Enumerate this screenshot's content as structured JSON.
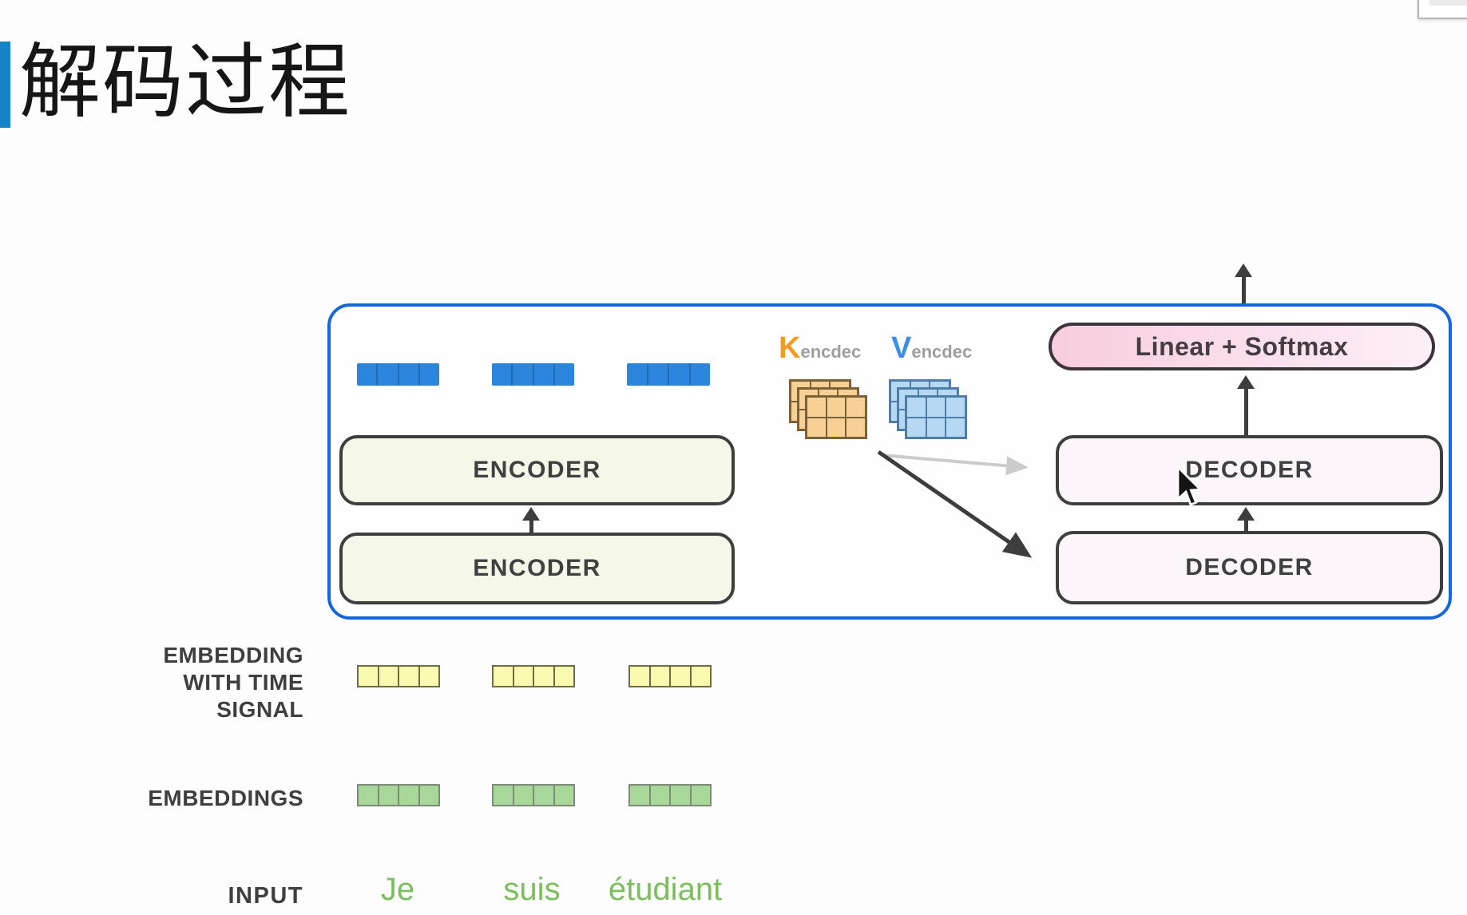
{
  "page": {
    "background": "#fdfdfd"
  },
  "title": {
    "text": "解码过程",
    "accent_color": "#1584c4",
    "text_color": "#161616"
  },
  "diagram": {
    "container_border_color": "#1565dd",
    "encoders": [
      "ENCODER",
      "ENCODER"
    ],
    "decoders": [
      "DECODER",
      "DECODER"
    ],
    "linear_softmax_label": "Linear + Softmax",
    "k_label": {
      "letter": "K",
      "subscript": "encdec",
      "letter_color": "#f59a23"
    },
    "v_label": {
      "letter": "V",
      "subscript": "encdec",
      "letter_color": "#3b8de8"
    },
    "encoder_output_vectors": {
      "groups": 3,
      "cells_per_group": 4,
      "color": "#2b85da"
    },
    "kv_matrix_stacks": {
      "layers_per_stack": 3,
      "grid": "3x2",
      "k_fill": "#f7d096",
      "v_fill": "#b5d9f3"
    },
    "arrow_color_dark": "#3d3d3d",
    "arrow_color_light": "#cbcbcb",
    "encoder_fill": "#f5f8e8",
    "decoder_fill": "#fcf6fa"
  },
  "annotations": {
    "embedding_time_lines": [
      "EMBEDDING",
      "WITH TIME",
      "SIGNAL"
    ],
    "embeddings_label": "EMBEDDINGS",
    "input_label": "INPUT",
    "input_words": [
      "Je",
      "suis",
      "étudiant"
    ],
    "word_color": "#7abf5c",
    "embedding_cell_color": "#f9f9b0",
    "embeddings_cell_color": "#a8d899"
  }
}
